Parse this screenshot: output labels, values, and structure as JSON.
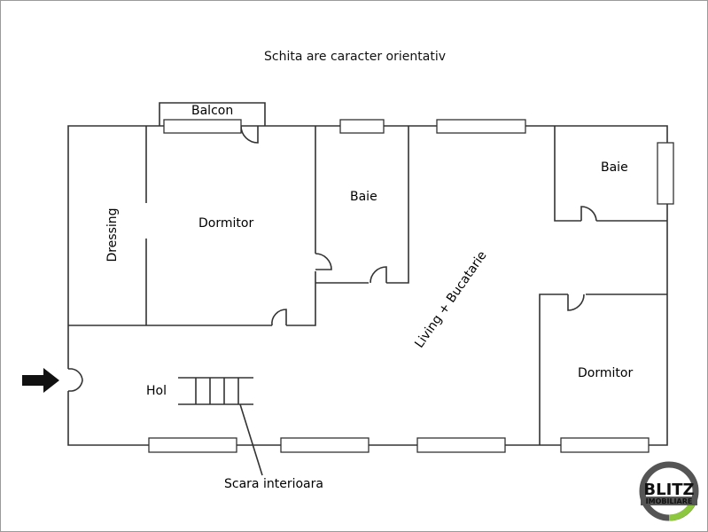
{
  "note": "Schita are caracter orientativ",
  "rooms": {
    "balcon": "Balcon",
    "dressing": "Dressing",
    "dormitor1": "Dormitor",
    "baie1": "Baie",
    "living": "Living + Bucatarie",
    "baie2": "Baie",
    "dormitor2": "Dormitor",
    "hol": "Hol"
  },
  "stairs_label": "Scara interioara",
  "logo": {
    "brand": "BLITZ",
    "sub": "IMOBILIARE",
    "accent": "#8dc63f"
  }
}
